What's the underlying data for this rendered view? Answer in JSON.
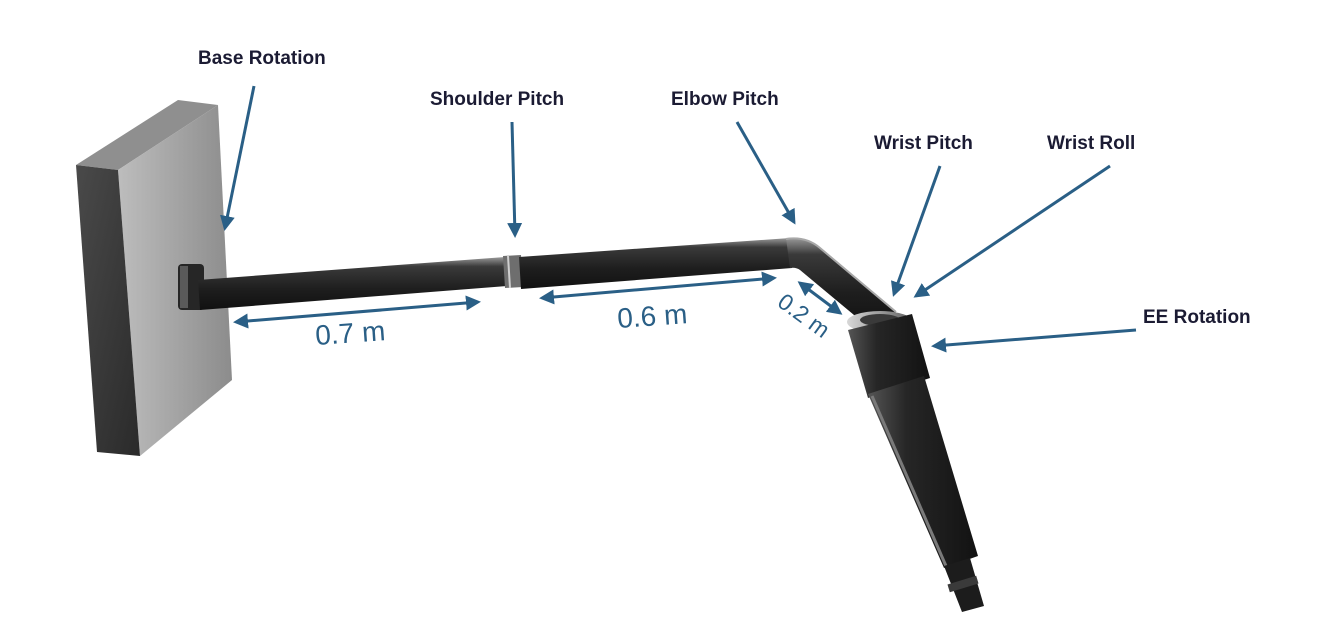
{
  "colors": {
    "annotation": "#2a5f86",
    "label_text": "#1b1b33",
    "arm": "#2b2b2b",
    "base_face": "#3a3a3a",
    "base_top": "#8e8e8e",
    "base_side": "#a6a6a6"
  },
  "joints": {
    "base_rotation": "Base Rotation",
    "shoulder_pitch": "Shoulder Pitch",
    "elbow_pitch": "Elbow Pitch",
    "wrist_pitch": "Wrist Pitch",
    "wrist_roll": "Wrist Roll",
    "ee_rotation": "EE Rotation"
  },
  "dimensions": {
    "upper_arm": "0.7 m",
    "forearm": "0.6 m",
    "wrist_link": "0.2 m"
  }
}
